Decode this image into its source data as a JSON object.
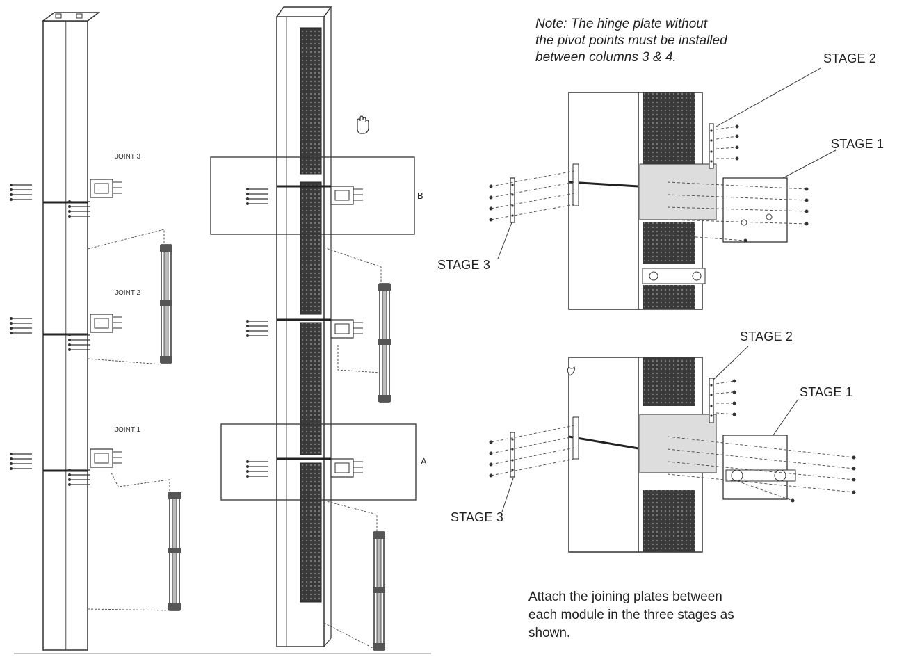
{
  "note": "Note: The hinge plate without\nthe pivot points must be installed\nbetween columns 3 & 4.",
  "instruction": "Attach the joining plates between\neach module in the three stages as\nshown.",
  "joints": [
    "JOINT 3",
    "JOINT 2",
    "JOINT 1"
  ],
  "detail_labels": {
    "b": "B",
    "a": "A"
  },
  "detail_top": {
    "stage2": "STAGE 2",
    "stage1": "STAGE 1",
    "stage3": "STAGE 3"
  },
  "detail_bottom": {
    "stage2": "STAGE 2",
    "stage1": "STAGE 1",
    "stage3": "STAGE 3"
  },
  "icons": [
    "hand-cursor-icon"
  ]
}
